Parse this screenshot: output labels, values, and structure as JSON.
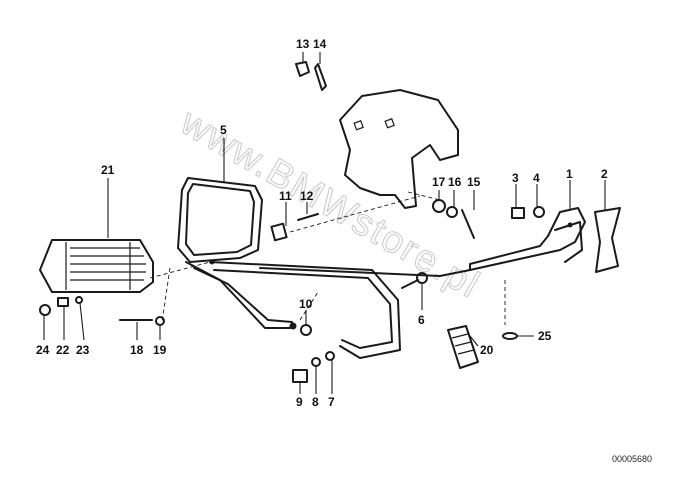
{
  "diagram": {
    "watermark": "www.BMWstore.pl",
    "drawing_code": "00005680",
    "parts": [
      {
        "id": "part-1",
        "label": "1"
      },
      {
        "id": "part-2",
        "label": "2"
      },
      {
        "id": "part-3",
        "label": "3"
      },
      {
        "id": "part-4",
        "label": "4"
      },
      {
        "id": "part-5",
        "label": "5"
      },
      {
        "id": "part-6",
        "label": "6"
      },
      {
        "id": "part-7",
        "label": "7"
      },
      {
        "id": "part-8",
        "label": "8"
      },
      {
        "id": "part-9",
        "label": "9"
      },
      {
        "id": "part-10",
        "label": "10"
      },
      {
        "id": "part-11",
        "label": "11"
      },
      {
        "id": "part-12",
        "label": "12"
      },
      {
        "id": "part-13",
        "label": "13"
      },
      {
        "id": "part-14",
        "label": "14"
      },
      {
        "id": "part-15",
        "label": "15"
      },
      {
        "id": "part-16",
        "label": "16"
      },
      {
        "id": "part-17",
        "label": "17"
      },
      {
        "id": "part-18",
        "label": "18"
      },
      {
        "id": "part-19",
        "label": "19"
      },
      {
        "id": "part-20",
        "label": "20"
      },
      {
        "id": "part-21",
        "label": "21"
      },
      {
        "id": "part-22",
        "label": "22"
      },
      {
        "id": "part-23",
        "label": "23"
      },
      {
        "id": "part-24",
        "label": "24"
      },
      {
        "id": "part-25",
        "label": "25"
      }
    ]
  }
}
